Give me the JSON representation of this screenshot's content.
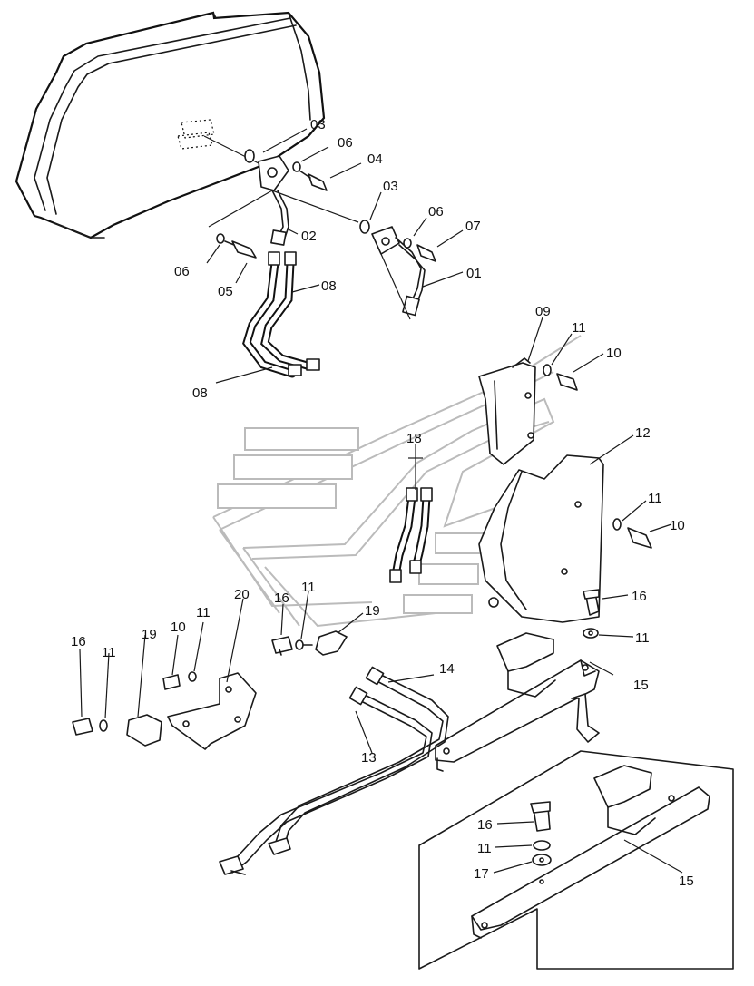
{
  "callouts": {
    "c03a": "03",
    "c06a": "06",
    "c04": "04",
    "c03b": "03",
    "c06b": "06",
    "c07": "07",
    "c02": "02",
    "c06c": "06",
    "c05": "05",
    "c08a": "08",
    "c01": "01",
    "c08b": "08",
    "c09": "09",
    "c11a": "11",
    "c10a": "10",
    "c12": "12",
    "c18": "18",
    "c11b": "11",
    "c10b": "10",
    "c20": "20",
    "c16a": "16",
    "c11c": "11",
    "c19a": "19",
    "c16b": "16",
    "c11d": "11",
    "c10c": "10",
    "c11e": "11",
    "c16c": "16",
    "c11f": "11",
    "c19b": "19",
    "c14": "14",
    "c15a": "15",
    "c13": "13",
    "c16d": "16",
    "c11g": "11",
    "c17": "17",
    "c15b": "15"
  }
}
